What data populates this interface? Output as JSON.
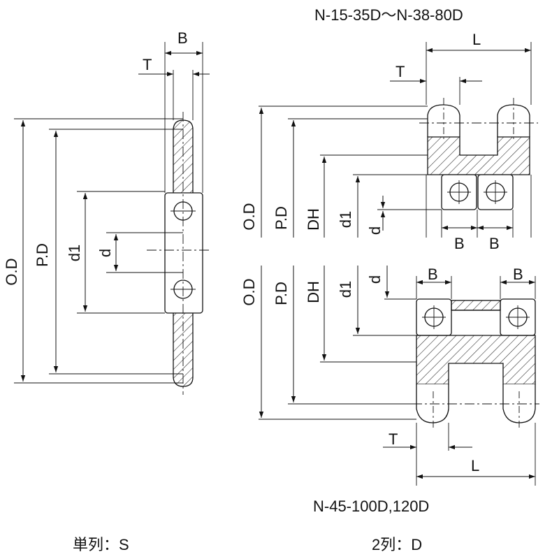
{
  "titles": {
    "top_right": "N-15-35D～N-38-80D",
    "bottom_right": "N-45-100D,120D"
  },
  "captions": {
    "single": "単列：S",
    "double": "2列：D"
  },
  "dims": {
    "od": "O.D",
    "pd": "P.D",
    "dh": "DH",
    "d1": "d1",
    "d": "d",
    "b": "B",
    "t": "T",
    "l": "L"
  },
  "colors": {
    "line": "#111111",
    "hatch": "#222222",
    "background": "#ffffff"
  }
}
